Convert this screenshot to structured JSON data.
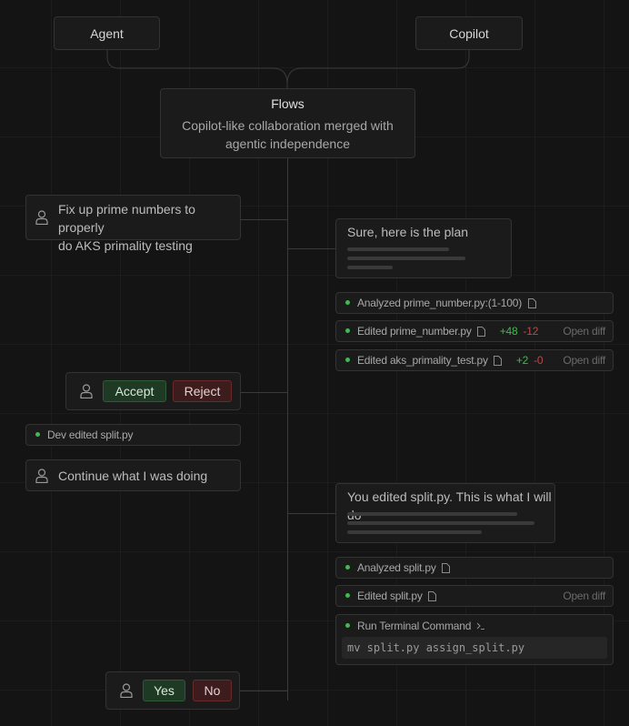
{
  "top": {
    "agent_label": "Agent",
    "copilot_label": "Copilot"
  },
  "flows": {
    "title": "Flows",
    "subtitle_line1": "Copilot-like collaboration merged with",
    "subtitle_line2": "agentic independence"
  },
  "user_msg_1": {
    "line1": "Fix up prime numbers to properly",
    "line2": "do AKS primality testing"
  },
  "plan_1": {
    "title": "Sure, here is the plan"
  },
  "steps_1": [
    {
      "label": "Analyzed prime_number.py:(1-100)"
    },
    {
      "label": "Edited prime_number.py",
      "added": "+48",
      "removed": "-12",
      "action": "Open diff"
    },
    {
      "label": "Edited aks_primality_test.py",
      "added": "+2",
      "removed": "-0",
      "action": "Open diff"
    }
  ],
  "review": {
    "accept_label": "Accept",
    "reject_label": "Reject"
  },
  "dev_event": {
    "label": "Dev edited split.py"
  },
  "user_msg_2": {
    "text": "Continue what I was doing"
  },
  "plan_2": {
    "title": "You edited split.py. This is what I will do"
  },
  "steps_2": [
    {
      "label": "Analyzed split.py"
    },
    {
      "label": "Edited split.py",
      "action": "Open diff"
    },
    {
      "label": "Run Terminal Command",
      "command": "mv split.py assign_split.py"
    }
  ],
  "confirm": {
    "yes_label": "Yes",
    "no_label": "No"
  },
  "colors": {
    "background": "#141414",
    "accent_green": "#3fb950",
    "accent_red": "#b94a48"
  }
}
